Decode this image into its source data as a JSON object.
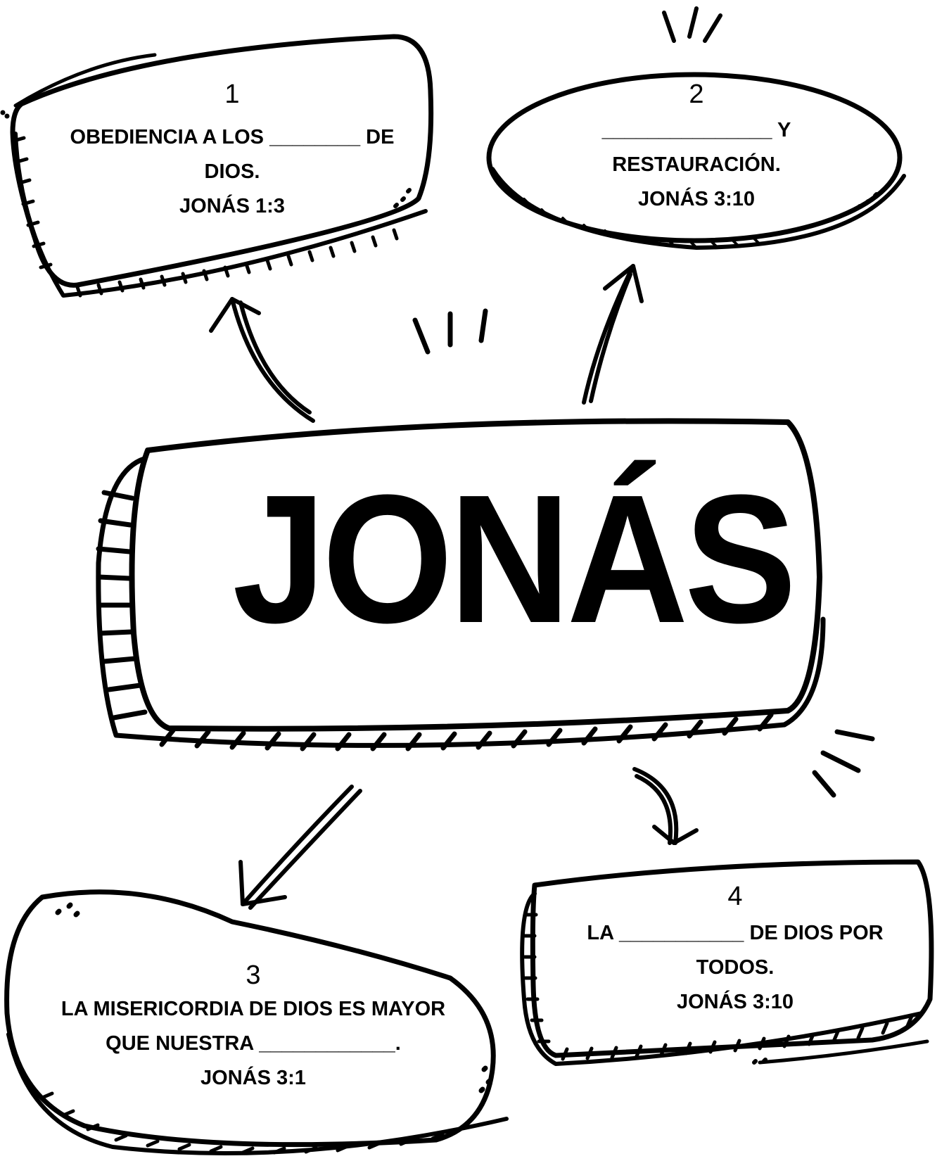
{
  "center": {
    "title": "JONÁS"
  },
  "boxes": [
    {
      "number": "1",
      "lines": [
        "OBEDIENCIA A LOS ________ DE",
        "DIOS.",
        "JONÁS 1:3"
      ]
    },
    {
      "number": "2",
      "lines": [
        "_______________ Y",
        "RESTAURACIÓN.",
        "JONÁS 3:10"
      ]
    },
    {
      "number": "3",
      "lines": [
        "LA MISERICORDIA DE DIOS ES MAYOR",
        "QUE NUESTRA ____________.",
        "JONÁS 3:1"
      ]
    },
    {
      "number": "4",
      "lines": [
        "LA ___________ DE DIOS POR",
        "TODOS.",
        "JONÁS 3:10"
      ]
    }
  ]
}
